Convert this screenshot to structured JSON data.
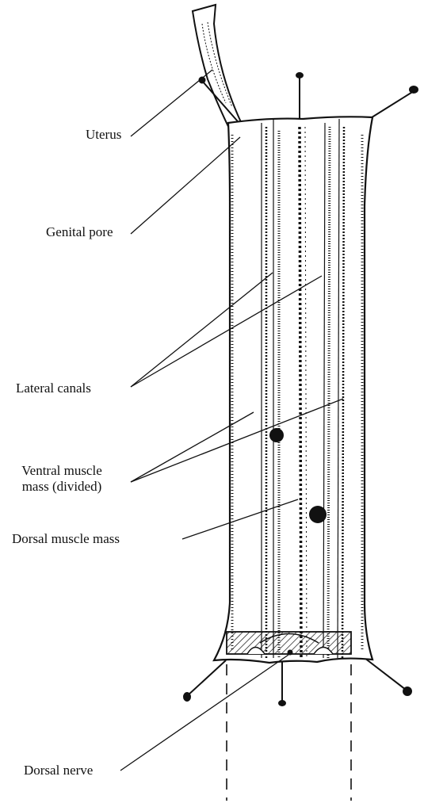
{
  "labels": {
    "uterus": "Uterus",
    "genital_pore": "Genital pore",
    "lateral_canals": "Lateral canals",
    "ventral_muscle_mass_line1": "Ventral muscle",
    "ventral_muscle_mass_line2": "mass (divided)",
    "dorsal_muscle_mass": "Dorsal muscle mass",
    "dorsal_nerve": "Dorsal nerve"
  },
  "colors": {
    "ink": "#111111",
    "paper": "#ffffff"
  }
}
